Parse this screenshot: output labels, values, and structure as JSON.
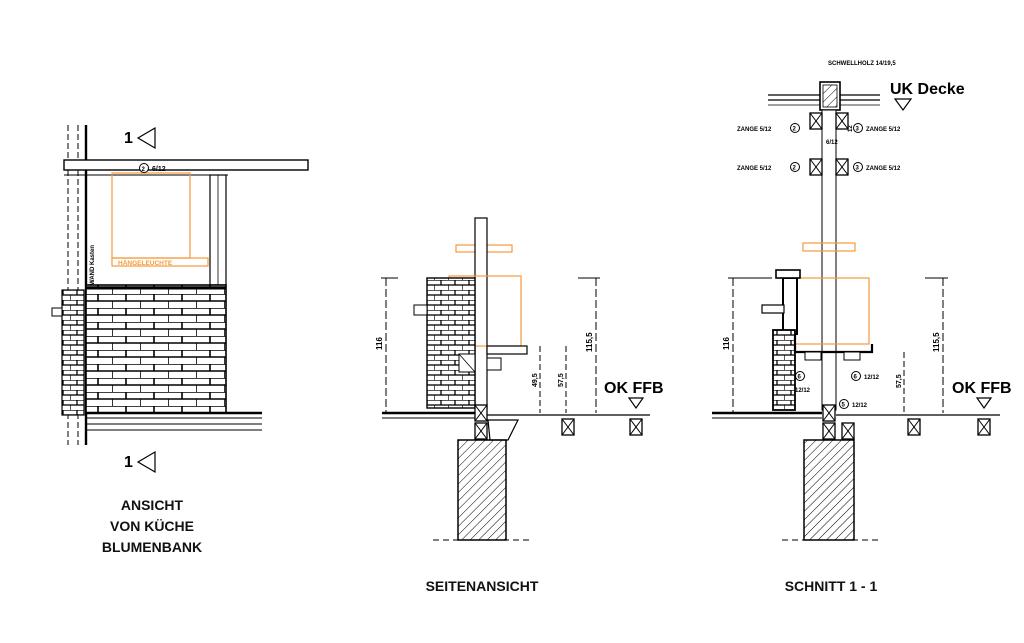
{
  "view1": {
    "section_marker": "1",
    "section_marker_bottom": "1",
    "beam_label": "6/12",
    "beam_label_num": "2",
    "lamp_label": "HÄNGELEUCHTE",
    "vertical_label": "WAND Kasten",
    "caption": [
      "ANSICHT",
      "VON KÜCHE",
      "BLUMENBANK"
    ]
  },
  "view2": {
    "dim_left": "116",
    "dim_mid1": "49,5",
    "dim_mid2": "57,5",
    "dim_right": "115,5",
    "level_label": "OK FFB",
    "caption": "SEITENANSICHT"
  },
  "view3": {
    "top_label": "SCHWELLHOLZ 14/19,5",
    "ceiling_label": "UK Decke",
    "zange_a_left": "ZANGE 5/12",
    "zange_a_right": "ZANGE 5/12",
    "zange_b_left": "ZANGE 5/12",
    "zange_b_right": "ZANGE 5/12",
    "post_label": "6/12",
    "num_12": "12",
    "num_2a": "2",
    "num_2b": "2",
    "num_3a": "3",
    "num_3b": "3",
    "dim_left": "116",
    "dim_mid": "57,5",
    "dim_right": "115,5",
    "post_a_num": "6",
    "post_a": "12/12",
    "post_b_num": "6",
    "post_b": "12/12",
    "post_c_num": "5",
    "post_c": "12/12",
    "level_label": "OK FFB",
    "caption": "SCHNITT 1 - 1"
  }
}
